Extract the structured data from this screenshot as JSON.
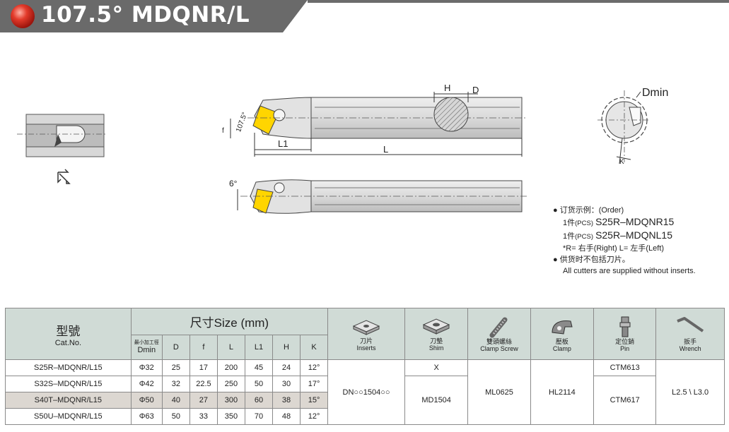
{
  "header": {
    "title": "107.5° MDQNR/L",
    "accent_color": "#e33b2b",
    "tab_color": "#6a6a6a"
  },
  "drawing": {
    "labels": {
      "H": "H",
      "D": "D",
      "Dmin": "Dmin",
      "f": "f",
      "angle_main": "107.5°",
      "L1": "L1",
      "L": "L",
      "angle_side": "6°",
      "K": "K"
    }
  },
  "order": {
    "line1": "● 订货示例：(Order)",
    "line2_prefix": "1件",
    "line2_pcs": "(PCS)",
    "line2_code": "S25R–MDQNR15",
    "line3_prefix": "1件",
    "line3_pcs": "(PCS)",
    "line3_code": "S25R–MDQNL15",
    "line4": "*R= 右手(Right)   L= 左手(Left)",
    "line5": "● 供货时不包括刀片。",
    "line6": "All cutters are supplied without inserts."
  },
  "table": {
    "cat_cn": "型號",
    "cat_en": "Cat.No.",
    "size_header": "尺寸Size (mm)",
    "dmin_cn": "最小加工徑",
    "columns": [
      "Dmin",
      "D",
      "f",
      "L",
      "L1",
      "H",
      "K"
    ],
    "accessories": [
      {
        "cn": "刀片",
        "en": "Inserts"
      },
      {
        "cn": "刀墊",
        "en": "Shim"
      },
      {
        "cn": "雙頭螺絲",
        "en": "Clamp Screw"
      },
      {
        "cn": "壓板",
        "en": "Clamp"
      },
      {
        "cn": "定位銷",
        "en": "Pin"
      },
      {
        "cn": "扳手",
        "en": "Wrench"
      }
    ],
    "rows": [
      {
        "cat": "S25R–MDQNR/L15",
        "dmin": "Φ32",
        "d": "25",
        "f": "17",
        "l": "200",
        "l1": "45",
        "h": "24",
        "k": "12°"
      },
      {
        "cat": "S32S–MDQNR/L15",
        "dmin": "Φ42",
        "d": "32",
        "f": "22.5",
        "l": "250",
        "l1": "50",
        "h": "30",
        "k": "17°"
      },
      {
        "cat": "S40T–MDQNR/L15",
        "dmin": "Φ50",
        "d": "40",
        "f": "27",
        "l": "300",
        "l1": "60",
        "h": "38",
        "k": "15°"
      },
      {
        "cat": "S50U–MDQNR/L15",
        "dmin": "Φ63",
        "d": "50",
        "f": "33",
        "l": "350",
        "l1": "70",
        "h": "48",
        "k": "12°"
      }
    ],
    "inserts": "DN○○1504○○",
    "shim_row1": "X",
    "shim_rest": "MD1504",
    "clamp_screw": "ML0625",
    "clamp": "HL2114",
    "pin_row1": "CTM613",
    "pin_rest": "CTM617",
    "wrench": "L2.5 \\ L3.0",
    "header_bg": "#d0dbd6",
    "highlight_bg": "#dcd7d1"
  }
}
